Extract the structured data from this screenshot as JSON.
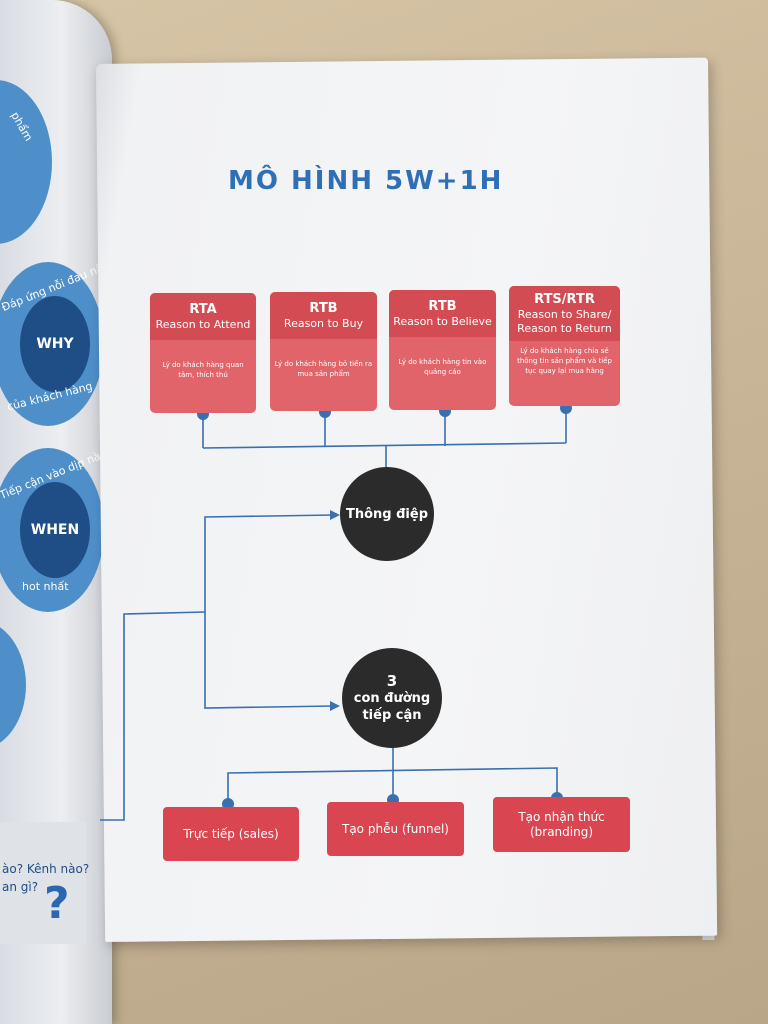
{
  "title": "MÔ HÌNH 5W+1H",
  "cards": [
    {
      "abbr": "RTA",
      "name": "Reason to Attend",
      "desc": "Lý do khách hàng quan tâm, thích thú"
    },
    {
      "abbr": "RTB",
      "name": "Reason to Buy",
      "desc": "Lý do khách hàng bỏ tiền ra mua sản phẩm"
    },
    {
      "abbr": "RTB",
      "name": "Reason to Believe",
      "desc": "Lý do khách hàng tin vào quảng cáo"
    },
    {
      "abbr": "RTS/RTR",
      "name": "Reason to Share/ Reason to Return",
      "desc": "Lý do khách hàng chia sẻ thông tin sản phẩm và tiếp tục quay lại mua hàng"
    }
  ],
  "message_circle": "Thông điệp",
  "paths_circle": {
    "number": "3",
    "line1": "con đường",
    "line2": "tiếp cận"
  },
  "channels": [
    {
      "label": "Trực tiếp (sales)"
    },
    {
      "label": "Tạo phễu (funnel)"
    },
    {
      "label": "Tạo nhận thức (branding)"
    }
  ],
  "left_page": {
    "circle1_text": "phẩm",
    "circle2_label": "WHY",
    "circle2_ring_top": "Đáp ứng nỗi đau nào",
    "circle2_ring_bottom": "của khách hàng",
    "circle3_label": "WHEN",
    "circle3_ring_top": "Tiếp cận vào dịp nào",
    "circle3_ring_bottom": "hot nhất",
    "bottom_line1": "ào? Kênh nào?",
    "bottom_line2": "an gì?",
    "question_mark": "?"
  },
  "colors": {
    "title": "#2f6fb6",
    "card_head": "#d34b53",
    "card_body": "#e2646b",
    "connector": "#3a6fb0",
    "circle": "#2b2b2b"
  }
}
